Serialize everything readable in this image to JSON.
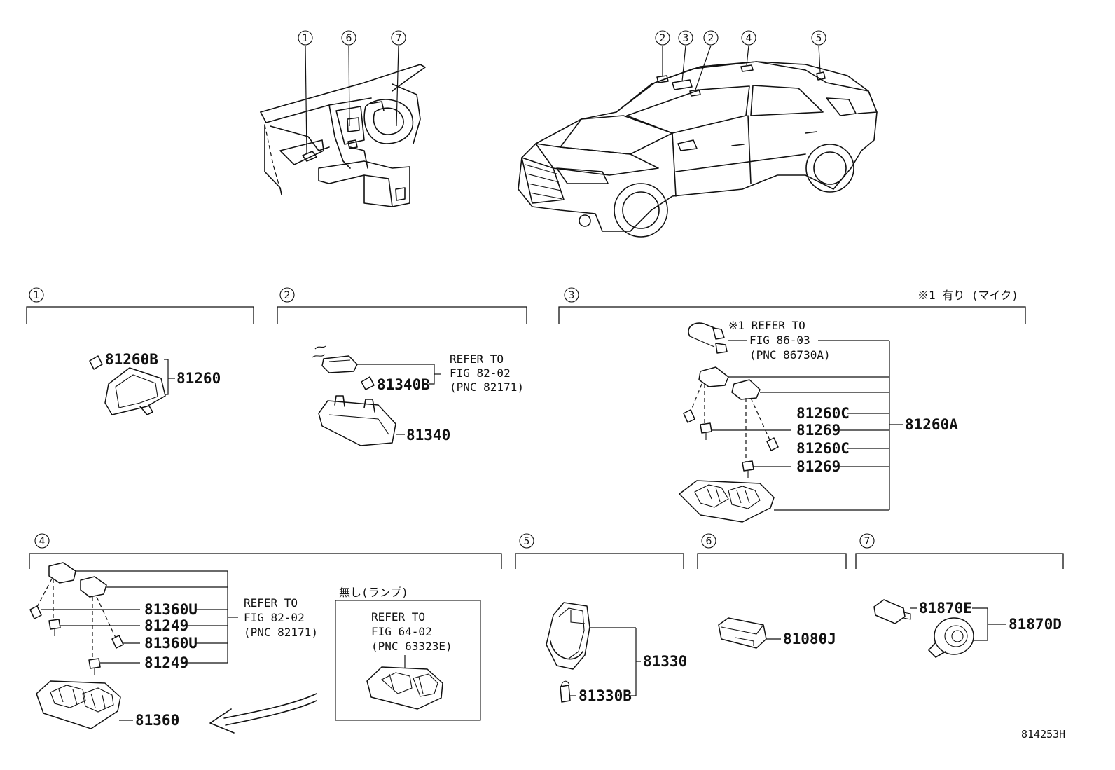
{
  "callouts": {
    "c1": "1",
    "c2": "2",
    "c3": "3",
    "c4": "4",
    "c5": "5",
    "c6": "6",
    "c7": "7"
  },
  "section_headers": {
    "s1": "1",
    "s2": "2",
    "s3": "3",
    "s4": "4",
    "s5": "5",
    "s6": "6",
    "s7": "7"
  },
  "notes": {
    "mic_condition": "※1 有り (マイク)",
    "no_lamp": "無し(ランプ)"
  },
  "section1": {
    "bulb": "81260B",
    "lamp": "81260"
  },
  "section2": {
    "bulb": "81340B",
    "lamp": "81340",
    "ref_line1": "REFER TO",
    "ref_line2": "FIG 82-02",
    "ref_line3": "(PNC 82171)"
  },
  "section3": {
    "ref_line1": "※1 REFER TO",
    "ref_line2": "FIG 86-03",
    "ref_line3": "(PNC 86730A)",
    "bulb_a": "81260C",
    "socket_a": "81269",
    "bulb_b": "81260C",
    "socket_b": "81269",
    "assembly": "81260A"
  },
  "section4": {
    "bulb_a": "81360U",
    "socket_a": "81249",
    "bulb_b": "81360U",
    "socket_b": "81249",
    "lamp": "81360",
    "ref_line1": "REFER TO",
    "ref_line2": "FIG 82-02",
    "ref_line3": "(PNC 82171)",
    "alt_ref_line1": "REFER TO",
    "alt_ref_line2": "FIG 64-02",
    "alt_ref_line3": "(PNC 63323E)"
  },
  "section5": {
    "lamp": "81330",
    "bulb": "81330B"
  },
  "section6": {
    "lamp": "81080J"
  },
  "section7": {
    "switch": "81870E",
    "lamp": "81870D"
  },
  "figure_id": "814253H"
}
